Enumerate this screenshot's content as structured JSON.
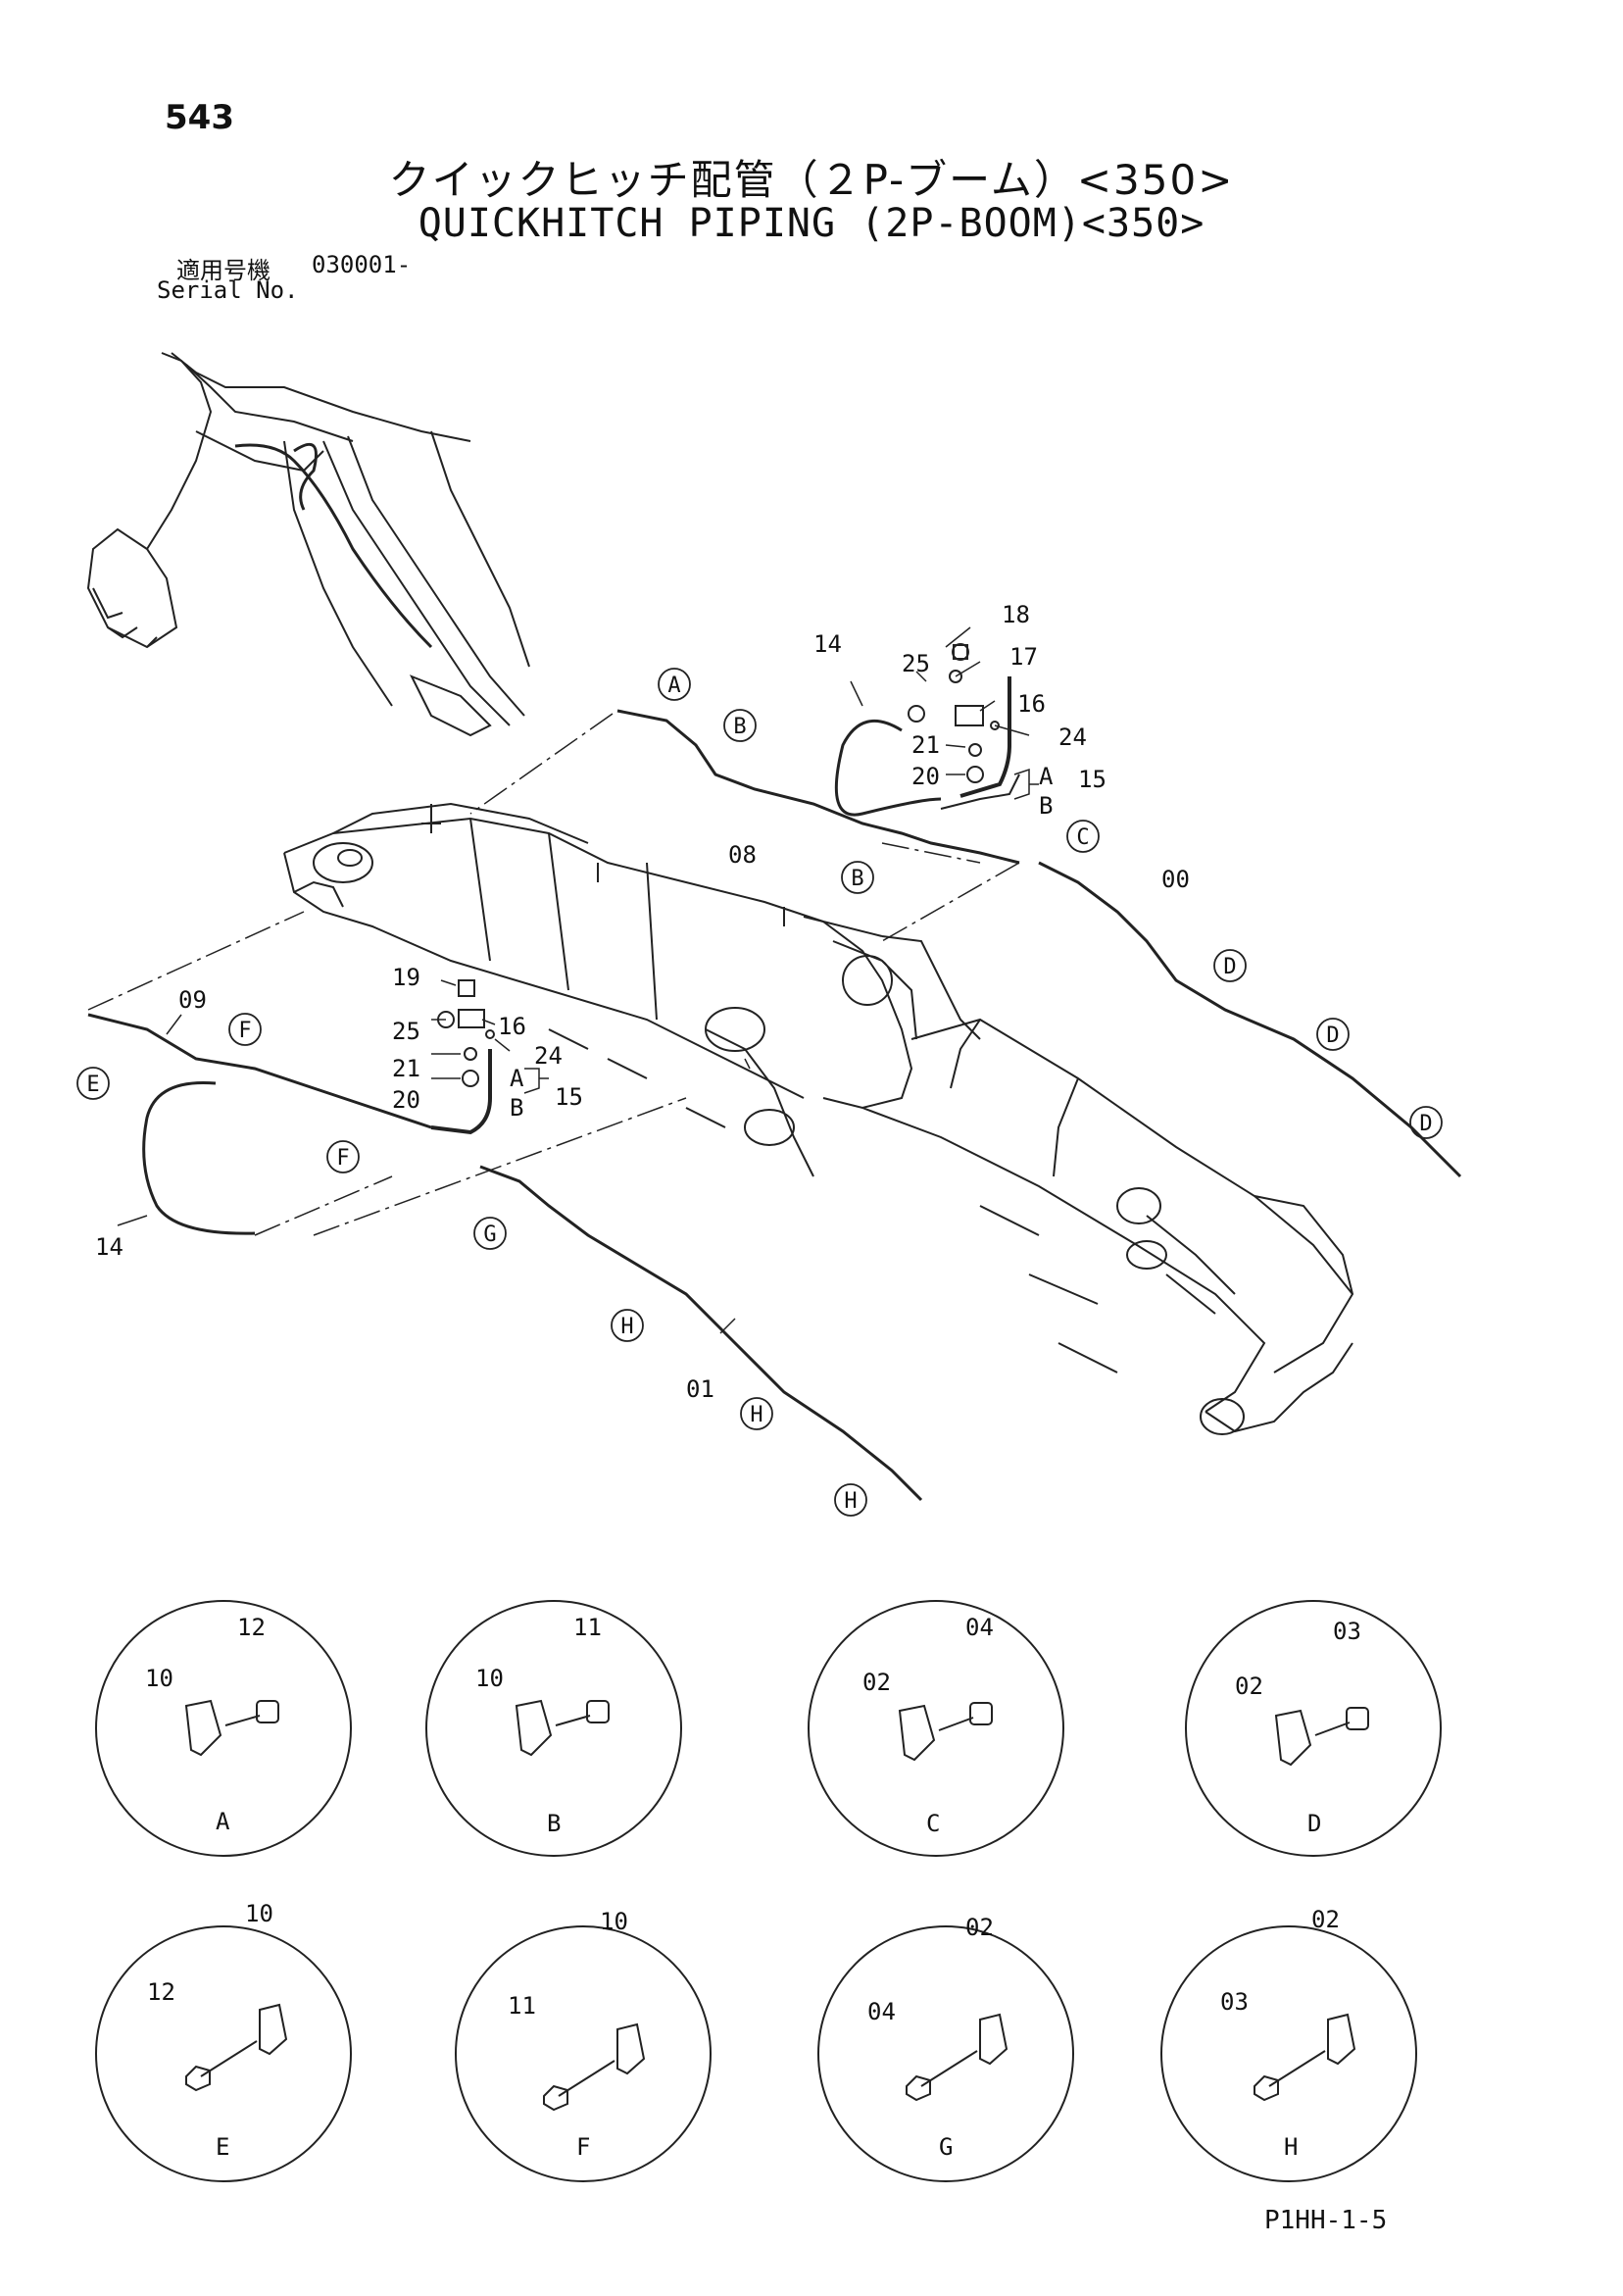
{
  "header": {
    "page_number": "543",
    "title_ja": "クイックヒッチ配管（２P-ブーム）<350>",
    "title_en": "QUICKHITCH PIPING (2P-BOOM)<350>",
    "serial_label_ja": "適用号機",
    "serial_label_en": "Serial No.",
    "serial_value": "030001-"
  },
  "callouts": {
    "p18": "18",
    "p17": "17",
    "p16a": "16",
    "p24a": "24",
    "p25a": "25",
    "p21a": "21",
    "p20a": "20",
    "p15a": "15",
    "pAa": "A",
    "pBa": "B",
    "p14a": "14",
    "p08": "08",
    "p00": "00",
    "p19": "19",
    "p25b": "25",
    "p16b": "16",
    "p24b": "24",
    "p21b": "21",
    "p20b": "20",
    "p15b": "15",
    "pAb": "A",
    "pBb": "B",
    "p09": "09",
    "p14b": "14",
    "p01": "01"
  },
  "markers": {
    "mA": "A",
    "mB1": "B",
    "mB2": "B",
    "mC": "C",
    "mD1": "D",
    "mD2": "D",
    "mD3": "D",
    "mE": "E",
    "mF1": "F",
    "mF2": "F",
    "mG": "G",
    "mH1": "H",
    "mH2": "H",
    "mH3": "H"
  },
  "details": [
    {
      "label": "A",
      "clamp": "10",
      "bolt": "12"
    },
    {
      "label": "B",
      "clamp": "10",
      "bolt": "11"
    },
    {
      "label": "C",
      "clamp": "02",
      "bolt": "04"
    },
    {
      "label": "D",
      "clamp": "02",
      "bolt": "03"
    },
    {
      "label": "E",
      "clamp": "10",
      "bolt": "12"
    },
    {
      "label": "F",
      "clamp": "10",
      "bolt": "11"
    },
    {
      "label": "G",
      "clamp": "02",
      "bolt": "04"
    },
    {
      "label": "H",
      "clamp": "02",
      "bolt": "03"
    }
  ],
  "footer": {
    "drawing_code": "P1HH-1-5"
  }
}
